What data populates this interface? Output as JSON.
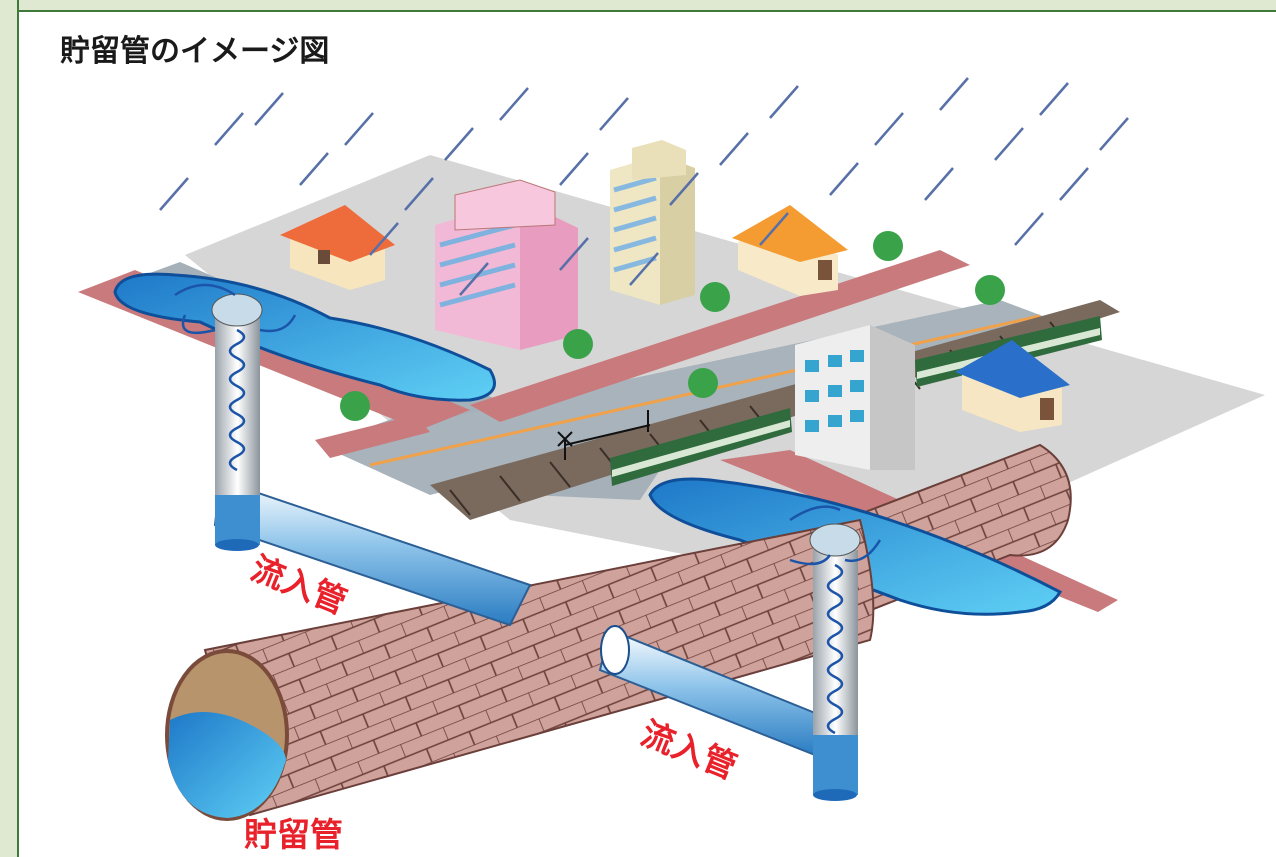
{
  "title": "貯留管のイメージ図",
  "labels": {
    "inflow_pipe_1": "流入管",
    "inflow_pipe_2": "流入管",
    "storage_pipe": "貯留管"
  },
  "colors": {
    "frame_border": "#3f7a3a",
    "frame_fill": "#dfe9d2",
    "label_text": "#e8212a",
    "rain": "#5870a8",
    "water": "#3fb2e6",
    "brick": "#c99a93",
    "sidewalk": "#c9777a",
    "road": "#a7b3bb",
    "ground": "#d5d5d5",
    "train": "#2f6b3c"
  },
  "icons": {
    "rain": "rain-streaks-icon",
    "house": "house-icon",
    "building": "building-icon",
    "tree": "tree-icon",
    "train": "train-icon",
    "crossing": "railroad-crossing-icon"
  }
}
